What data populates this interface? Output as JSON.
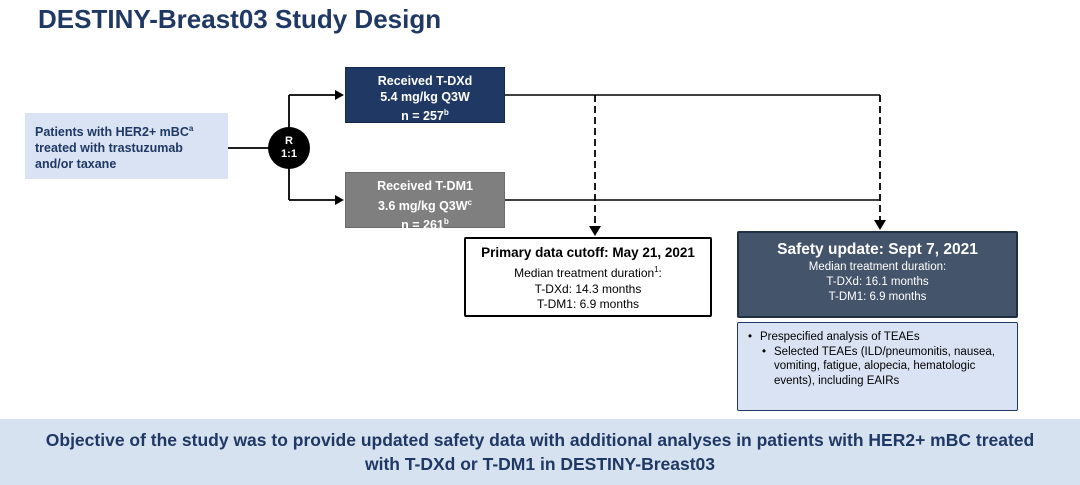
{
  "title": "DESTINY-Breast03 Study Design",
  "flow": {
    "patients": {
      "line1": "Patients with HER2+ mBC",
      "line1_sup": "a",
      "line2": "treated with trastuzumab",
      "line3": "and/or taxane"
    },
    "randomization": {
      "line1": "R",
      "line2": "1:1"
    },
    "tdxd_arm": {
      "line1": "Received T-DXd",
      "line2": "5.4 mg/kg Q3W",
      "line3": "n = 257",
      "line3_sup": "b"
    },
    "tdm1_arm": {
      "line1": "Received T-DM1",
      "line2": "3.6 mg/kg Q3W",
      "line2_sup": "c",
      "line3": "n = 261",
      "line3_sup": "b"
    }
  },
  "primary_cutoff": {
    "title": "Primary data cutoff: May 21, 2021",
    "duration_label": "Median treatment duration",
    "duration_sup": "1",
    "duration_suffix": ":",
    "tdxd": "T-DXd: 14.3 months",
    "tdm1": "T-DM1: 6.9 months"
  },
  "safety_update": {
    "title": "Safety update: Sept 7, 2021",
    "duration_label": "Median treatment duration:",
    "tdxd": "T-DXd: 16.1 months",
    "tdm1": "T-DM1: 6.9 months"
  },
  "teae_box": {
    "bullet1": "Prespecified analysis of TEAEs",
    "bullet2": "Selected TEAEs (ILD/pneumonitis, nausea, vomiting, fatigue, alopecia, hematologic events), including EAIRs"
  },
  "objective_banner": {
    "text": "Objective of the study was to provide updated safety data with additional analyses in patients with HER2+ mBC treated with T-DXd or T-DM1 in DESTINY-Breast03"
  },
  "colors": {
    "navy": "#1f3864",
    "tdxd_box": "#1f3864",
    "tdm1_box": "#7f7f7f",
    "safety_box": "#44546a",
    "light_blue": "#dae3f3",
    "banner_blue": "#d6e2f0",
    "line_black": "#000000",
    "text_white": "#ffffff"
  }
}
